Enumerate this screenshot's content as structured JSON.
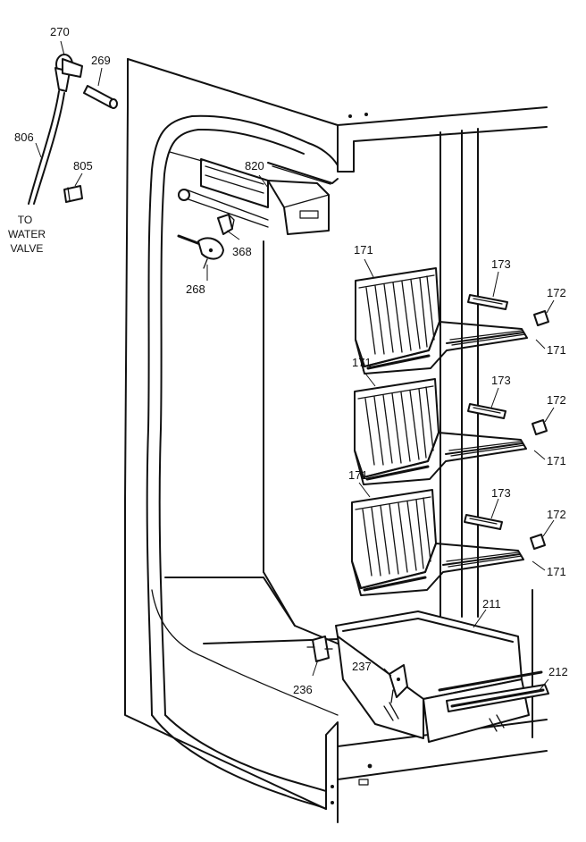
{
  "labels": {
    "p270": "270",
    "p269": "269",
    "p806": "806",
    "p805": "805",
    "water_valve_1": "TO",
    "water_valve_2": "WATER",
    "water_valve_3": "VALVE",
    "p820": "820",
    "p368": "368",
    "p268": "268",
    "p171_a": "171",
    "p173_a": "173",
    "p172_a": "172",
    "p171_b": "171",
    "p171_c": "171",
    "p173_b": "173",
    "p172_b": "172",
    "p171_d": "171",
    "p171_e": "171",
    "p173_c": "173",
    "p172_c": "172",
    "p171_f": "171",
    "p211": "211",
    "p237": "237",
    "p236": "236",
    "p212": "212"
  },
  "colors": {
    "line": "#111111",
    "background": "#ffffff"
  }
}
